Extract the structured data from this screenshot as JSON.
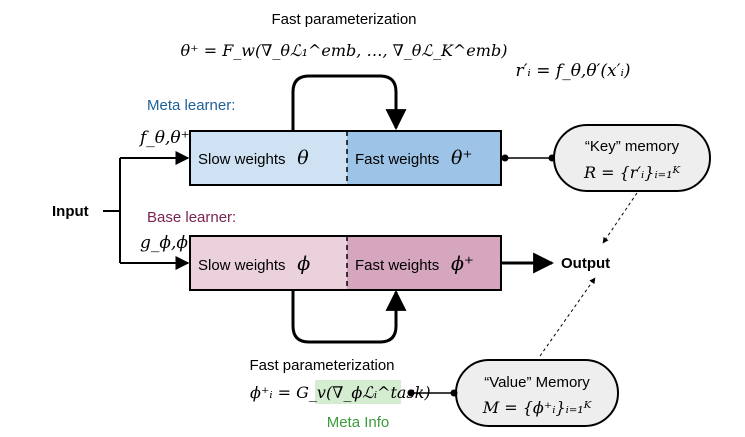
{
  "top_param": {
    "title": "Fast parameterization",
    "formula": "θ⁺ = F_w(∇_θℒ₁^emb, …, ∇_θℒ_K^emb)"
  },
  "key_formula": "r′ᵢ = f_θ,θ′(x′ᵢ)",
  "meta_learner": {
    "label": "Meta learner:",
    "func": "f_θ,θ⁺",
    "slow": {
      "text": "Slow weights",
      "symbol": "θ"
    },
    "fast": {
      "text": "Fast weights",
      "symbol": "θ⁺"
    }
  },
  "base_learner": {
    "label": "Base learner:",
    "func": "g_ϕ,ϕ⁺",
    "slow": {
      "text": "Slow weights",
      "symbol": "ϕ"
    },
    "fast": {
      "text": "Fast weights",
      "symbol": "ϕ⁺"
    }
  },
  "input_label": "Input",
  "output_label": "Output",
  "key_memory": {
    "title": "“Key” memory",
    "formula": "R = {r′ᵢ}ᵢ₌₁ᴷ"
  },
  "value_memory": {
    "title": "“Value” Memory",
    "formula": "M = {ϕ⁺ᵢ}ᵢ₌₁ᴷ"
  },
  "bottom_param": {
    "title": "Fast parameterization",
    "formula_left": "ϕ⁺ᵢ = G_v(",
    "formula_highlight": "∇_ϕℒᵢ^task",
    "formula_right": ")",
    "meta_info": "Meta Info"
  },
  "colors": {
    "meta_slow": "#cfe2f3",
    "meta_fast": "#9dc3e6",
    "base_slow": "#ead1dc",
    "base_fast": "#d5a6bd",
    "meta_label": "#1f5f99",
    "base_label": "#7b2452",
    "meta_info": "#3c9b3c",
    "highlight": "#d4ecd0",
    "memory_fill": "#eeeeee"
  }
}
